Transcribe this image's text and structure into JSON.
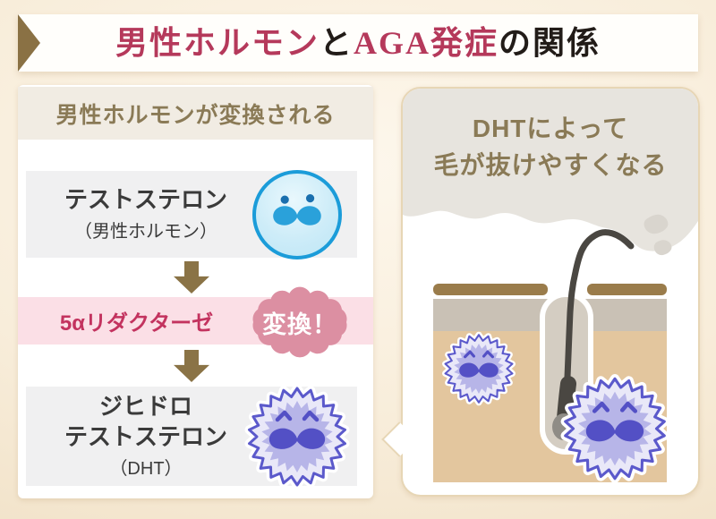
{
  "title": {
    "part1": "男性ホルモン",
    "part2": "と",
    "part3": "AGA発症",
    "part4": "の関係"
  },
  "left_panel": {
    "header": "男性ホルモンが変換される",
    "testosterone": {
      "name": "テストステロン",
      "sub": "（男性ホルモン）"
    },
    "reductase": {
      "label": "5αリダクターゼ",
      "badge": "変換！"
    },
    "dht": {
      "name_line1": "ジヒドロ",
      "name_line2": "テストステロン",
      "sub": "（DHT）"
    }
  },
  "right_panel": {
    "headline_line1": "DHTによって",
    "headline_line2": "毛が抜けやすくなる"
  },
  "icons": {
    "title_ribbon": "right-pointing-ribbon-arrow",
    "testosterone_character": "blue-mustache-face",
    "dht_character": "purple-spiky-mustache-virus",
    "flow_arrow": "down-arrow",
    "conversion_badge": "scalloped-seal",
    "illustration": "hair-follicle-cross-section-with-falling-hair"
  },
  "colors": {
    "accent_crimson": "#b5395b",
    "reductase_crimson": "#c3335f",
    "text_black": "#221c18",
    "brown_arrow": "#8a7144",
    "header_brown": "#8a7a56",
    "panel_header_bg": "#f1ece3",
    "gray_box_bg": "#f0f0f1",
    "pink_band_bg": "#fbdfe6",
    "badge_pink": "#dc8fa2",
    "flow_arrow_brown": "#8a7346",
    "blue_border": "#1b9cd9",
    "blue_feature": "#2aa1da",
    "blue_eye": "#1a6fae",
    "purple_outline": "#5b59cb",
    "purple_light": "#e9e8f8",
    "purple_mid": "#b7b5e8",
    "purple_dark": "#5350c5",
    "skin_brown": "#9a7c4b",
    "skin_gray": "#c9c1b5",
    "skin_tan": "#e3c69e",
    "follicle_gray": "#d4cdc2",
    "hair_dark": "#4a4742",
    "cloud_gray": "#e7e4de",
    "panel_border_tan": "#e7d6b5",
    "bg_cream": "#f7ecd9"
  }
}
